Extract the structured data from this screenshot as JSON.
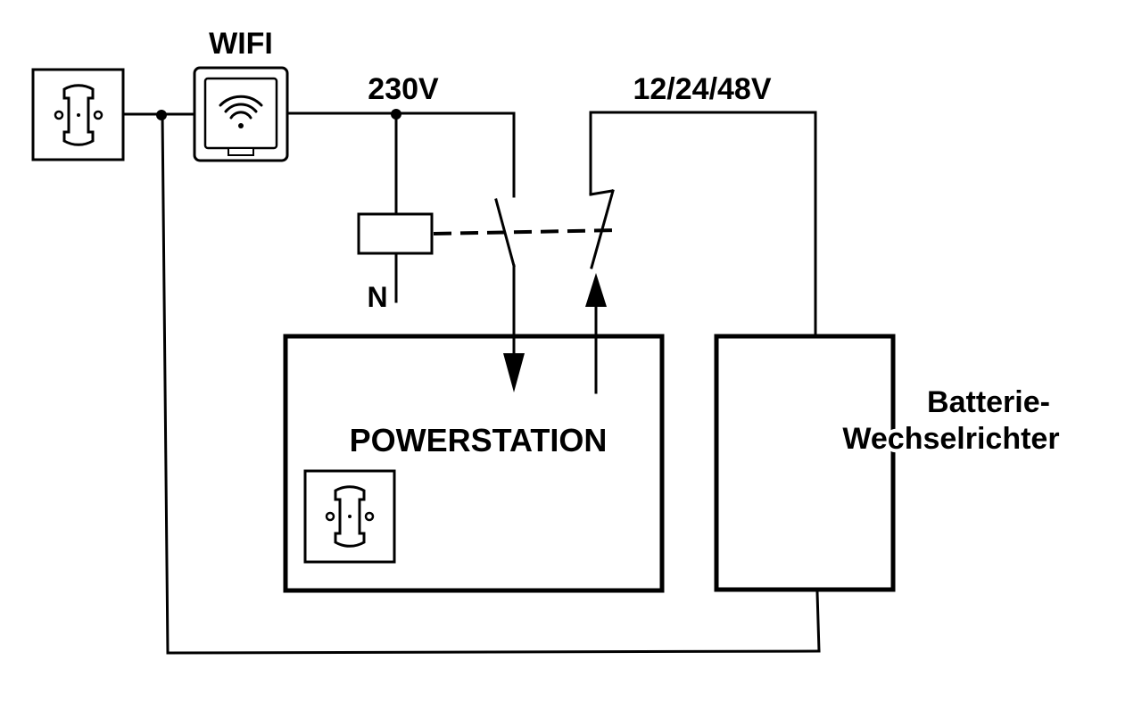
{
  "labels": {
    "wifi": "WIFI",
    "v230": "230V",
    "vdc": "12/24/48V",
    "neutral": "N",
    "powerstation": "POWERSTATION",
    "inverter_line1": "Batterie-",
    "inverter_line2": "Wechselrichter"
  },
  "icons": {
    "wall_socket": "schuko-socket-icon",
    "wifi_plug": "wifi-icon",
    "powerstation_socket": "schuko-socket-icon"
  },
  "colors": {
    "line": "#000000",
    "background": "#ffffff"
  }
}
